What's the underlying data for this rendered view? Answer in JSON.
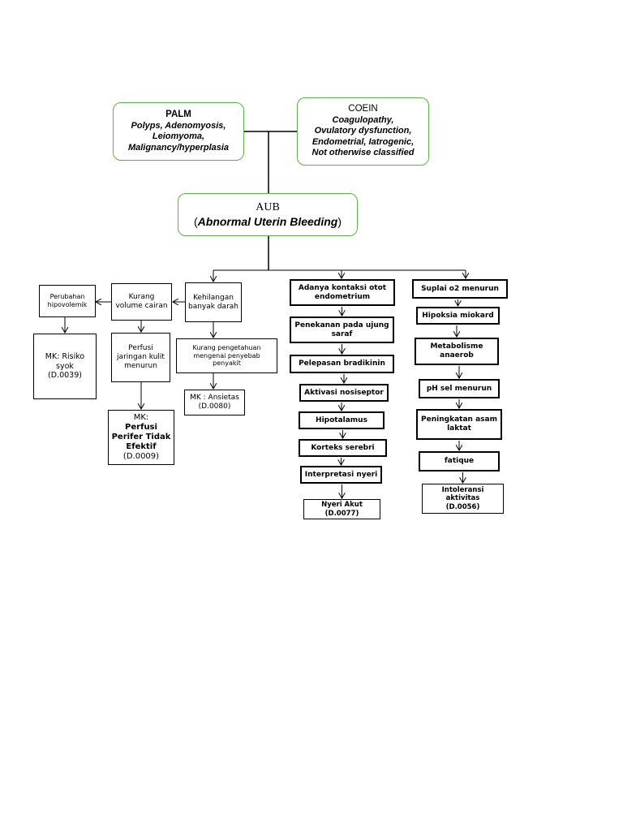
{
  "palm": {
    "title": "PALM",
    "line1": "Polyps, Adenomyosis,",
    "line2": "Leiomyoma,",
    "line3": "Malignancy/hyperplasia"
  },
  "coein": {
    "title": "COEIN",
    "line1": "Coagulopathy,",
    "line2": "Ovulatory dysfunction,",
    "line3": "Endometrial, Iatrogenic,",
    "line4": "Not otherwise classified"
  },
  "aub": {
    "abbr": "AUB",
    "paren_open": "(",
    "full": "Abnormal Uterin Bleeding",
    "paren_close": ")"
  },
  "left": {
    "kehilangan": "Kehilangan banyak darah",
    "kurang_volume": "Kurang volume cairan",
    "perubahan": "Perubahan hipovolemik",
    "risiko_syok": "MK: Risiko syok",
    "risiko_syok_code": "(D.0039)",
    "perfusi_jaringan": "Perfusi jaringan kulit menurun",
    "mk_perfusi_prefix": "MK:",
    "mk_perfusi": "Perfusi Perifer Tidak Efektif",
    "mk_perfusi_code": "(D.0009)",
    "kurang_pengetahuan": "Kurang pengetahuan mengenai penyebab penyakit",
    "ansietas": "MK : Ansietas",
    "ansietas_code": "(D.0080)"
  },
  "middle": {
    "items": [
      "Adanya kontaksi otot endometrium",
      "Penekanan pada ujung saraf",
      "Pelepasan bradikinin",
      "Aktivasi nosiseptor",
      "Hipotalamus",
      "Korteks serebri",
      "Interpretasi nyeri"
    ],
    "final": "Nyeri Akut",
    "final_code": "(D.0077)"
  },
  "right": {
    "items": [
      "Suplai o2 menurun",
      "Hipoksia miokard",
      "Metabolisme anaerob",
      "pH sel menurun",
      "Peningkatan asam laktat",
      "fatique"
    ],
    "final": "Intoleransi aktivitas",
    "final_code": "(D.0056)"
  },
  "colors": {
    "green_border": "#5cb14a",
    "line": "#000000"
  }
}
